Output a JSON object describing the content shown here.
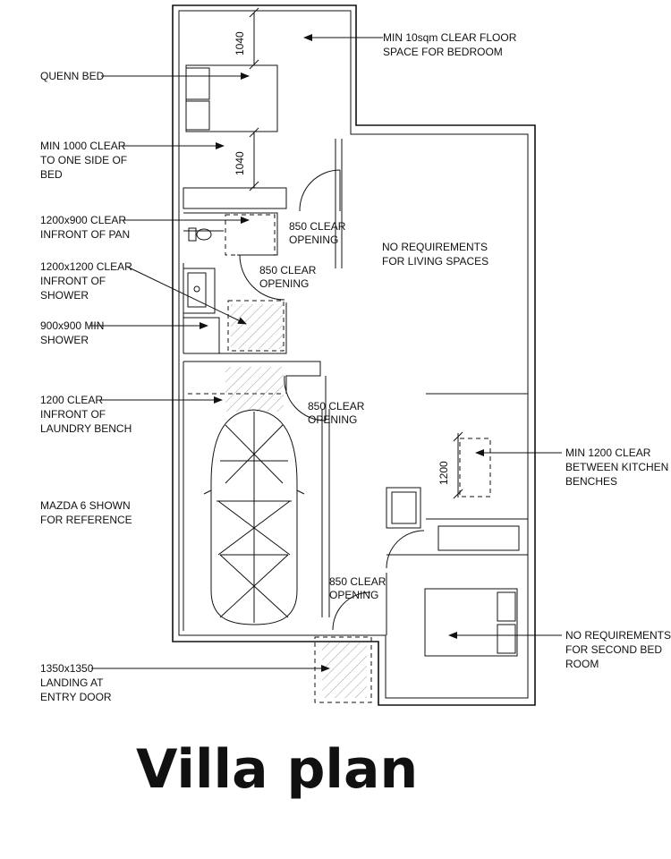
{
  "title": "Villa plan",
  "labels": {
    "bedroom_floor": [
      "MIN 10sqm CLEAR FLOOR",
      "SPACE FOR BEDROOM"
    ],
    "queen_bed": [
      "QUENN BED"
    ],
    "one_side_bed": [
      "MIN 1000 CLEAR",
      "TO ONE SIDE OF",
      "BED"
    ],
    "pan": [
      "1200x900 CLEAR",
      "INFRONT OF PAN"
    ],
    "shower_front": [
      "1200x1200 CLEAR",
      "INFRONT OF",
      "SHOWER"
    ],
    "shower": [
      "900x900 MIN",
      "SHOWER"
    ],
    "laundry": [
      "1200 CLEAR",
      "INFRONT OF",
      "LAUNDRY BENCH"
    ],
    "mazda": [
      "MAZDA 6 SHOWN",
      "FOR REFERENCE"
    ],
    "landing": [
      "1350x1350",
      "LANDING AT",
      "ENTRY DOOR"
    ],
    "living": [
      "NO REQUIREMENTS",
      "FOR LIVING SPACES"
    ],
    "kitchen": [
      "MIN 1200 CLEAR",
      "BETWEEN  KITCHEN",
      "BENCHES"
    ],
    "second_bed": [
      "NO REQUIREMENTS",
      "FOR SECOND BED",
      "ROOM"
    ],
    "opening_1": [
      "850 CLEAR",
      "OPENING"
    ],
    "opening_2": [
      "850 CLEAR",
      "OPENING"
    ],
    "opening_3": [
      "850 CLEAR",
      "OPENING"
    ],
    "opening_4": [
      "850 CLEAR",
      "OPENING"
    ]
  },
  "dimensions": {
    "bedroom_top": "1040",
    "bedroom_side": "1040",
    "kitchen": "1200"
  }
}
